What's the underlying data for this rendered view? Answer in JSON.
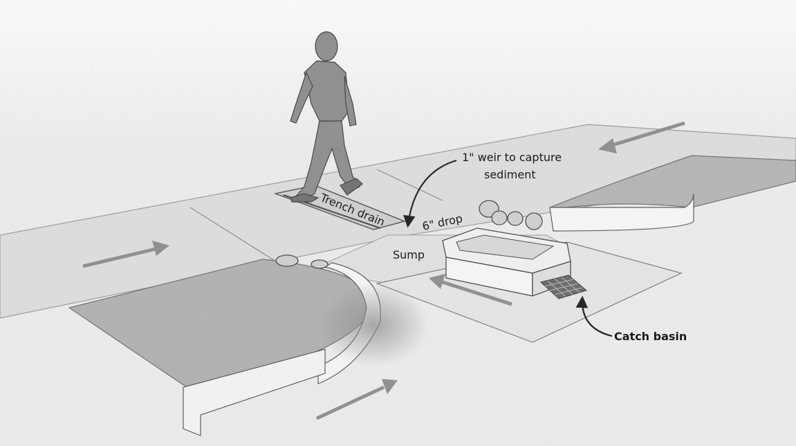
{
  "labels": {
    "weir_line1": "1\" weir to capture",
    "weir_line2": "sediment",
    "trench_drain": "Trench drain",
    "drop": "6\" drop",
    "sump": "Sump",
    "catch_basin": "Catch basin"
  },
  "colors": {
    "ground": "#e4e4e4",
    "slab": "#d2d2d2",
    "slab_light": "#e8e8e8",
    "planter_soil": "#a9a9a9",
    "curb_face": "#f7f7f7",
    "flow_arrow": "#8c8c8c",
    "person": "#8f8f8f",
    "grate": "#555555"
  },
  "icons": {
    "flow_arrow": "arrow-icon",
    "person": "person-icon",
    "grate": "grate-icon",
    "pointer": "curved-arrow-icon"
  }
}
